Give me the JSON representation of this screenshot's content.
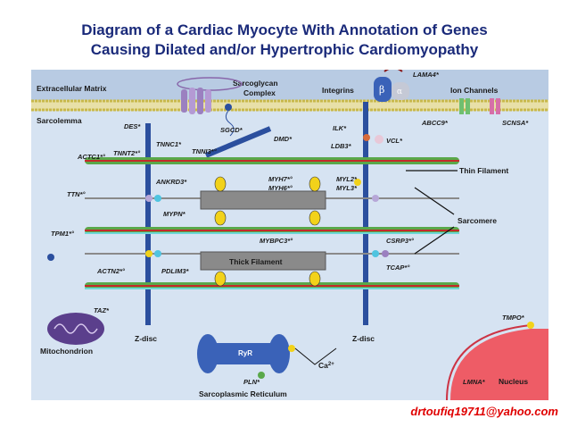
{
  "title": {
    "line1": "Diagram of a Cardiac Myocyte With Annotation of Genes",
    "line2": "Causing Dilated and/or Hypertrophic Cardiomyopathy"
  },
  "regions": {
    "extracellular_matrix": "Extracellular Matrix",
    "sarcolemma": "Sarcolemma",
    "sarcoglycan": "Sarcoglycan",
    "complex": "Complex",
    "integrins": "Integrins",
    "ion_channels": "Ion Channels",
    "thin_filament": "Thin Filament",
    "thick_filament": "Thick Filament",
    "sarcomere": "Sarcomere",
    "z_disc_left": "Z-disc",
    "z_disc_right": "Z-disc",
    "mitochondrion": "Mitochondrion",
    "sarcoplasmic_reticulum": "Sarcoplasmic Reticulum",
    "nucleus": "Nucleus",
    "ryr": "RyR",
    "ca2": "Ca",
    "ca2_sup": "2+",
    "beta": "β",
    "alpha": "α"
  },
  "genes": {
    "lama4": "LAMA4*",
    "des": "DES*",
    "sgcd": "SGCD*",
    "dmd": "DMD*",
    "abcc9": "ABCC9*",
    "scn5a": "SCNSA*",
    "ilk": "ILK*",
    "vcl": "VCL*",
    "ldb3": "LDB3*",
    "actc1": "ACTC1*°",
    "tnnt2": "TNNT2*°",
    "tnnc1": "TNNC1*",
    "tnni3": "TNNI3*°",
    "ankrd3": "ANKRD3*",
    "ttn": "TTN*°",
    "mypn": "MYPN*",
    "myh7": "MYH7*°",
    "myh6": "MYH6*°",
    "myl2": "MYL2*",
    "myl3": "MYL3*",
    "tpm1": "TPM1*°",
    "mybpc3": "MYBPC3*°",
    "csrp3": "CSRP3*°",
    "actn2": "ACTN2*°",
    "pdlim3": "PDLIM3*",
    "tcap": "TCAP*°",
    "taz": "TAZ*",
    "pln": "PLN*",
    "tmpo": "TMPO*",
    "lmna": "LMNA*"
  },
  "watermark": "drtoufiq19711@yahoo.com",
  "colors": {
    "title": "#1a2a7a",
    "cell_bg": "#d6e3f2",
    "matrix_bg": "#b8cbe3",
    "membrane": "#c8b84a",
    "z_disc": "#2b4f9e",
    "thick_filament": "#8a8a8a",
    "mitochondrion": "#5b3f8c",
    "nucleus": "#ee5c66",
    "sr": "#3a62b8",
    "email": "#e00000"
  }
}
